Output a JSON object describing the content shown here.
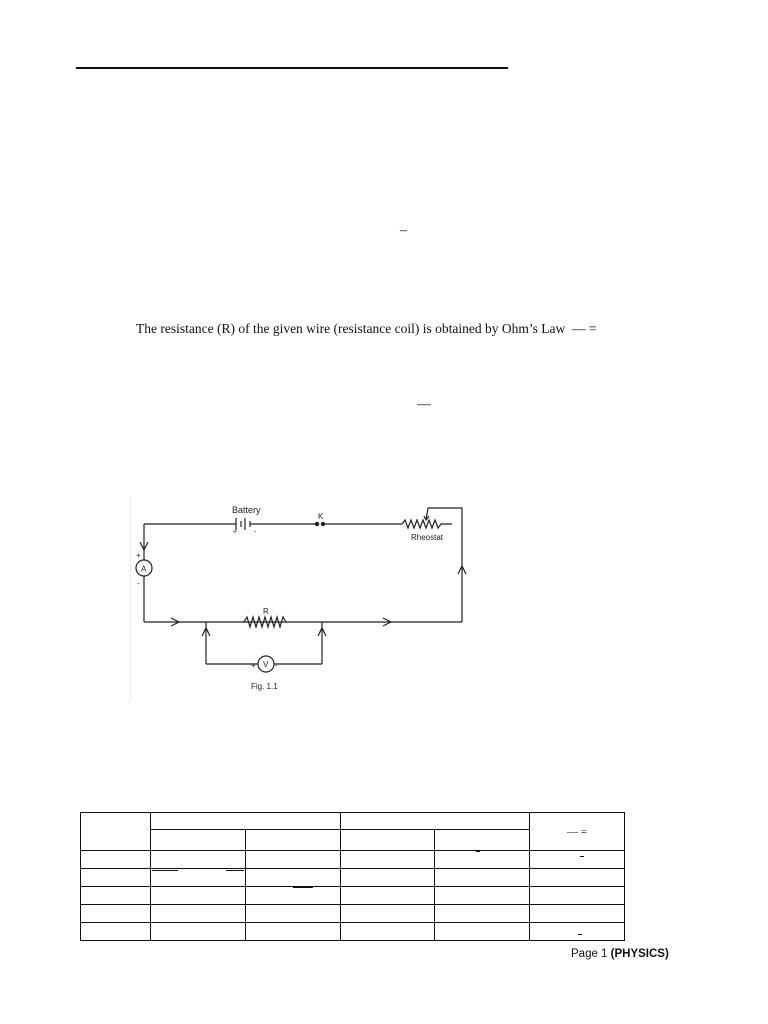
{
  "statement": {
    "text": "The resistance (R) of the given wire (resistance coil) is obtained by Ohm’s Law",
    "formula": "— ="
  },
  "formula_fragments": {
    "first": "–",
    "second": "—"
  },
  "figure": {
    "battery_label": "Battery",
    "key_label": "K",
    "rheostat_label": "Rheostat",
    "ammeter_label": "A",
    "voltmeter_label": "V",
    "resistor_label": "R",
    "plus_sign": "+",
    "minus_sign": "-",
    "caption": "Fig. 1.1"
  },
  "table": {
    "ratio_header": "— ="
  },
  "footer": {
    "page_label": "Page 1",
    "subject": "(PHYSICS)"
  }
}
